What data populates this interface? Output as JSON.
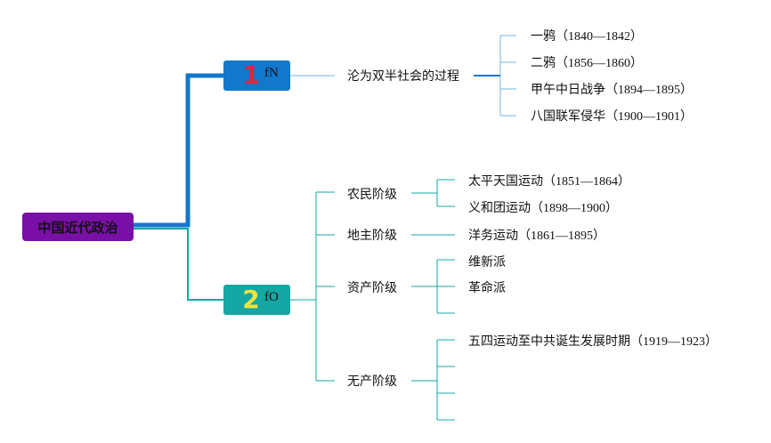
{
  "root": {
    "label": "中国近代政治"
  },
  "branches": [
    {
      "number": "1",
      "code": "fN",
      "children": [
        {
          "label": "沦为双半社会的过程",
          "leaves": [
            {
              "text": "一鸦",
              "years": "（1840—1842）"
            },
            {
              "text": "二鸦",
              "years": "（1856—1860）"
            },
            {
              "text": "甲午中日战争",
              "years": "（1894—1895）"
            },
            {
              "text": "八国联军侵华",
              "years": "（1900—1901）"
            }
          ]
        }
      ]
    },
    {
      "number": "2",
      "code": "fO",
      "children": [
        {
          "label": "农民阶级",
          "leaves": [
            {
              "text": "太平天国运动",
              "years": "（1851—1864）"
            },
            {
              "text": "义和团运动",
              "years": "（1898—1900）"
            }
          ]
        },
        {
          "label": "地主阶级",
          "leaves": [
            {
              "text": "洋务运动",
              "years": "（1861—1895）"
            }
          ]
        },
        {
          "label": "资产阶级",
          "leaves": [
            {
              "text": "维新派",
              "years": ""
            },
            {
              "text": "革命派",
              "years": ""
            },
            {
              "text": "",
              "years": ""
            }
          ]
        },
        {
          "label": "无产阶级",
          "leaves": [
            {
              "text": "五四运动至中共诞生发展时期",
              "years": "（1919—1923）"
            },
            {
              "text": "",
              "years": ""
            },
            {
              "text": "",
              "years": ""
            },
            {
              "text": "",
              "years": ""
            }
          ]
        }
      ]
    }
  ],
  "colors": {
    "root": "#7a0fa8",
    "branch1": "#1278cc",
    "branch2": "#14a7a3",
    "number1": "#d8283c",
    "number2": "#f4e23a"
  }
}
